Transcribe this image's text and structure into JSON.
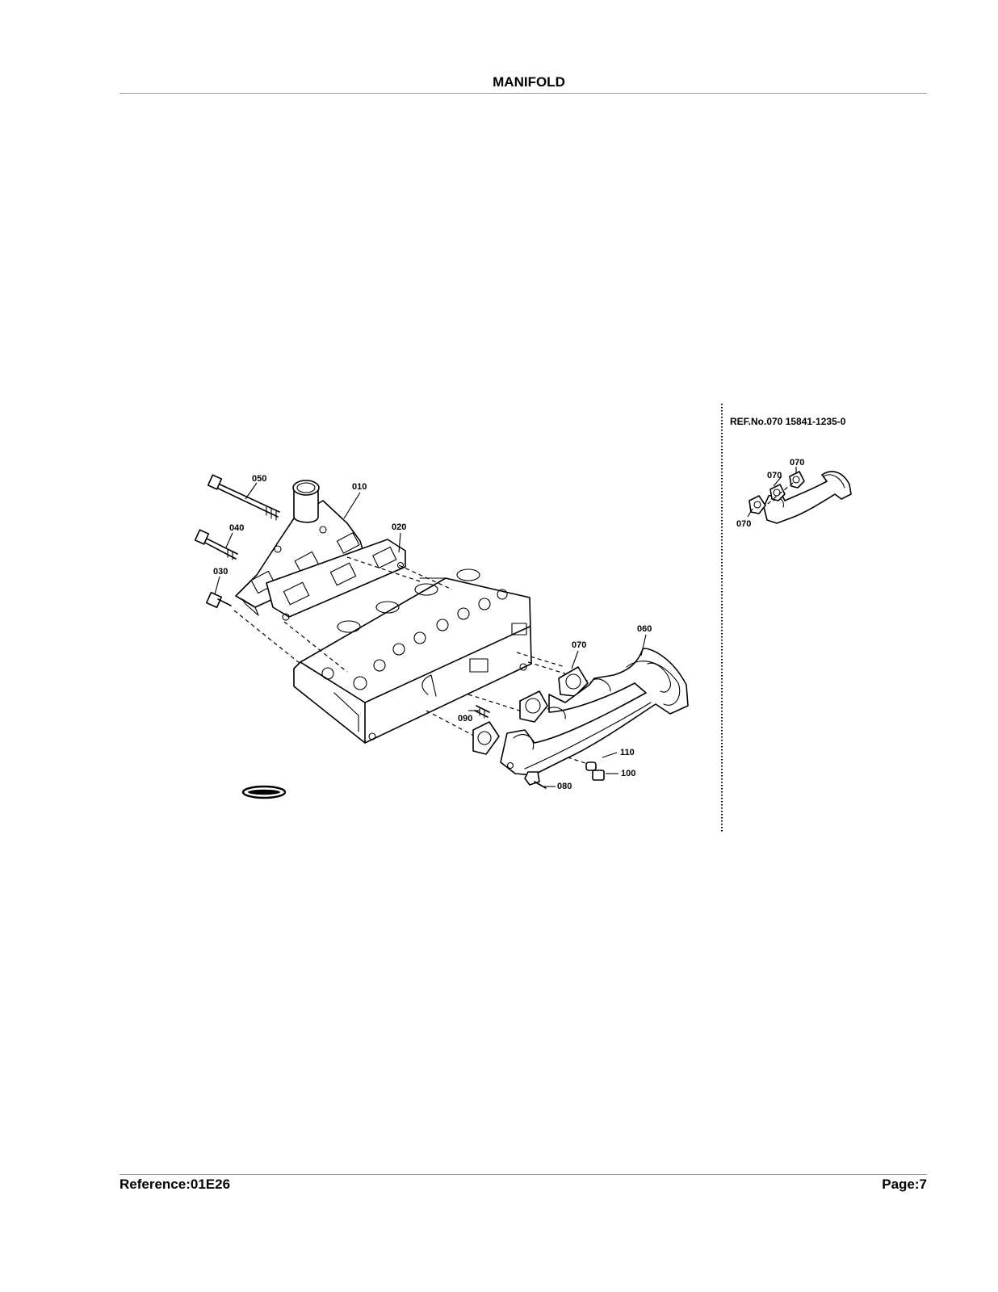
{
  "header": {
    "title": "MANIFOLD"
  },
  "footer": {
    "reference": "Reference:01E26",
    "page": "Page:7"
  },
  "diagram": {
    "callouts": {
      "p010": "010",
      "p020": "020",
      "p030": "030",
      "p040": "040",
      "p050": "050",
      "p060": "060",
      "p070": "070",
      "p080": "080",
      "p090": "090",
      "p100": "100",
      "p110": "110"
    },
    "inset": {
      "ref": "REF.No.070  15841-1235-0",
      "callouts": [
        "070",
        "070",
        "070"
      ]
    }
  }
}
